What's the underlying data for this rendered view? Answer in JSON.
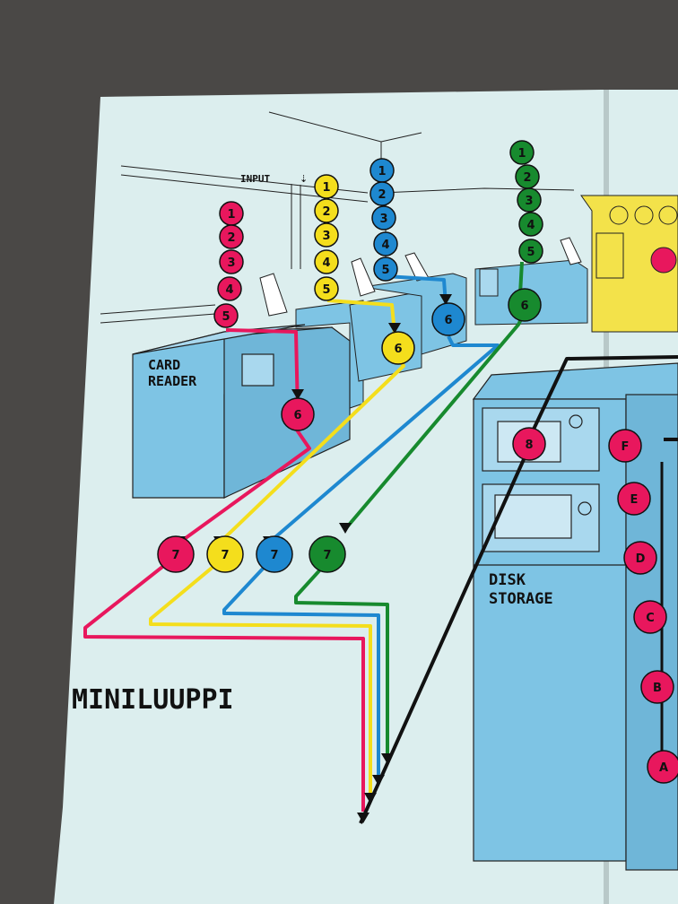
{
  "board": {
    "title": "MINILUUPPI",
    "input_label": "INPUT",
    "card_reader_label": [
      "CARD",
      "READER"
    ],
    "disk_storage_label": [
      "DISK",
      "STORAGE"
    ]
  },
  "colors": {
    "board_bg": "#dceeee",
    "machine_blue": "#7ec4e4",
    "machine_yellow": "#f3e24a",
    "track_red": "#e8175d",
    "track_yellow": "#f4de1c",
    "track_blue": "#1e88d0",
    "track_green": "#178a2e",
    "track_black": "#111111"
  },
  "tracks": {
    "red": {
      "stack": [
        "1",
        "2",
        "3",
        "4",
        "5"
      ],
      "after": [
        "6",
        "7"
      ]
    },
    "yellow": {
      "stack": [
        "1",
        "2",
        "3",
        "4",
        "5"
      ],
      "after": [
        "6",
        "7"
      ]
    },
    "blue": {
      "stack": [
        "1",
        "2",
        "3",
        "4",
        "5"
      ],
      "after": [
        "6",
        "7"
      ]
    },
    "green": {
      "stack": [
        "1",
        "2",
        "3",
        "4",
        "5"
      ],
      "after": [
        "6",
        "7"
      ]
    }
  },
  "pink_path": [
    "8",
    "F",
    "E",
    "D",
    "C",
    "B",
    "A"
  ]
}
